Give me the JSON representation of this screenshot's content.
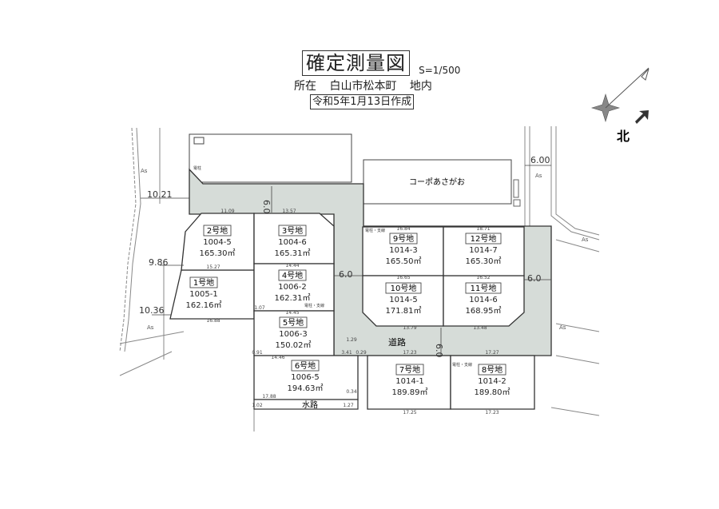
{
  "header": {
    "title": "確定測量図",
    "scale": "S=1/500",
    "location": "所在 白山市松本町 地内",
    "date": "令和5年1月13日作成"
  },
  "north_label": "北",
  "colors": {
    "road_fill": "#d6dcd8",
    "line": "#333333"
  },
  "lots": [
    {
      "name": "1号地",
      "number": "1005-1",
      "area": "162.16㎡"
    },
    {
      "name": "2号地",
      "number": "1004-5",
      "area": "165.30㎡"
    },
    {
      "name": "3号地",
      "number": "1004-6",
      "area": "165.31㎡"
    },
    {
      "name": "4号地",
      "number": "1006-2",
      "area": "162.31㎡"
    },
    {
      "name": "5号地",
      "number": "1006-3",
      "area": "150.02㎡"
    },
    {
      "name": "6号地",
      "number": "1006-5",
      "area": "194.63㎡"
    },
    {
      "name": "7号地",
      "number": "1014-1",
      "area": "189.89㎡"
    },
    {
      "name": "8号地",
      "number": "1014-2",
      "area": "189.80㎡"
    },
    {
      "name": "9号地",
      "number": "1014-3",
      "area": "165.50㎡"
    },
    {
      "name": "10号地",
      "number": "1014-5",
      "area": "171.81㎡"
    },
    {
      "name": "11号地",
      "number": "1014-6",
      "area": "168.95㎡"
    },
    {
      "name": "12号地",
      "number": "1014-7",
      "area": "165.30㎡"
    }
  ],
  "building": "コーポあさがお",
  "road_label": "道路",
  "waterway_label": "水路",
  "big_dims": [
    "10.21",
    "9.86",
    "10.36",
    "6.00",
    "6.0",
    "6.0",
    "6.0",
    "6.0"
  ],
  "asphalt_labels": [
    "As",
    "As",
    "As",
    "As",
    "As"
  ],
  "small_dims": [
    "11.09",
    "13.57",
    "15.27",
    "14.44",
    "14.45",
    "16.88",
    "14.46",
    "17.88",
    "16.84",
    "18.71",
    "16.65",
    "16.52",
    "13.79",
    "13.48",
    "17.23",
    "17.27",
    "17.25",
    "17.23",
    "3.41",
    "1.29",
    "0.29",
    "1.07",
    "0.91",
    "1.02",
    "0.34",
    "1.27"
  ],
  "pole_labels": [
    "電柱",
    "電柱・支線",
    "電柱・支線",
    "電柱・支線"
  ]
}
